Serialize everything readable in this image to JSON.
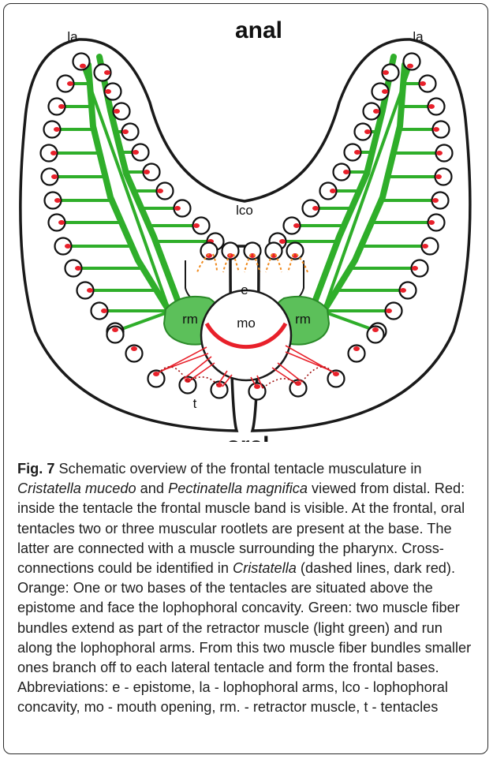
{
  "diagram": {
    "labels": {
      "anal": "anal",
      "oral": "oral",
      "la_left": "la",
      "la_right": "la",
      "lco": "lco",
      "e": "e",
      "rm_left": "rm",
      "rm_right": "rm",
      "mo": "mo",
      "t": "t"
    },
    "colors": {
      "frontal_muscle_red": "#e8202a",
      "cross_connection_dark_red": "#a01010",
      "epistome_orange": "#f08a1e",
      "retractor_light_green": "#5cc05a",
      "arm_muscle_green": "#2fae2a"
    }
  },
  "caption": {
    "fig_label": "Fig. 7",
    "seg1": " Schematic overview of the frontal tentacle musculature in ",
    "species1": "Cristatella mucedo",
    "seg2": " and ",
    "species2": "Pectinatella magnifica",
    "seg3": " viewed from distal. Red: inside the tentacle the frontal muscle band is visible. At the frontal, oral tentacles two or three muscular rootlets are present at the base. The latter are connected with a muscle surrounding the pharynx. Cross-connections could be identified in ",
    "species3": "Cristatella",
    "seg4": " (dashed lines, dark red). Orange: One or two bases of the tentacles are situated above the epistome and face the lophophoral concavity. Green: two muscle fiber bundles extend as part of the retractor muscle (light green) and run along the lophophoral arms. From this two muscle fiber bundles smaller ones branch off to each lateral tentacle and form the frontal bases. Abbreviations: e - epistome, la - lophophoral arms, lco - lophophoral concavity, mo - mouth opening, rm. - retractor muscle, t - tentacles"
  }
}
